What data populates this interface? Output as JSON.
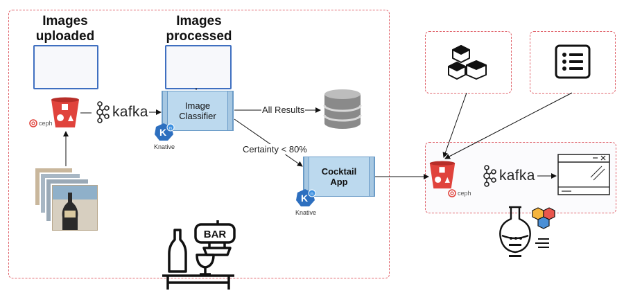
{
  "left_group": {
    "uploaded_heading": "Images\nuploaded",
    "processed_heading": "Images\nprocessed"
  },
  "nodes": {
    "image_classifier": "Image\nClassifier",
    "cocktail_app": "Cocktail\nApp"
  },
  "edges": {
    "all_results": "All Results",
    "certainty": "Certainty < 80%"
  },
  "logos": {
    "kafka_1": "kafka",
    "kafka_2": "kafka",
    "ceph_1": "ceph",
    "ceph_2": "ceph",
    "knative_1": "Knative",
    "knative_2": "Knative",
    "bar_sign": "BAR",
    "knative_letter": "K",
    "knative_sup": "n"
  },
  "icons": [
    "bucket-icon",
    "kafka-icon",
    "knative-icon",
    "database-icon",
    "cubes-icon",
    "list-icon",
    "browser-window-icon",
    "flask-icon",
    "bar-icon",
    "photo-stack-icon"
  ],
  "colors": {
    "dashed_border": "#e0626a",
    "panel_border": "#3f6fc0",
    "process_fill": "#bcd9ee",
    "bucket_red": "#e0433c",
    "knative_blue": "#2d6fbf"
  }
}
